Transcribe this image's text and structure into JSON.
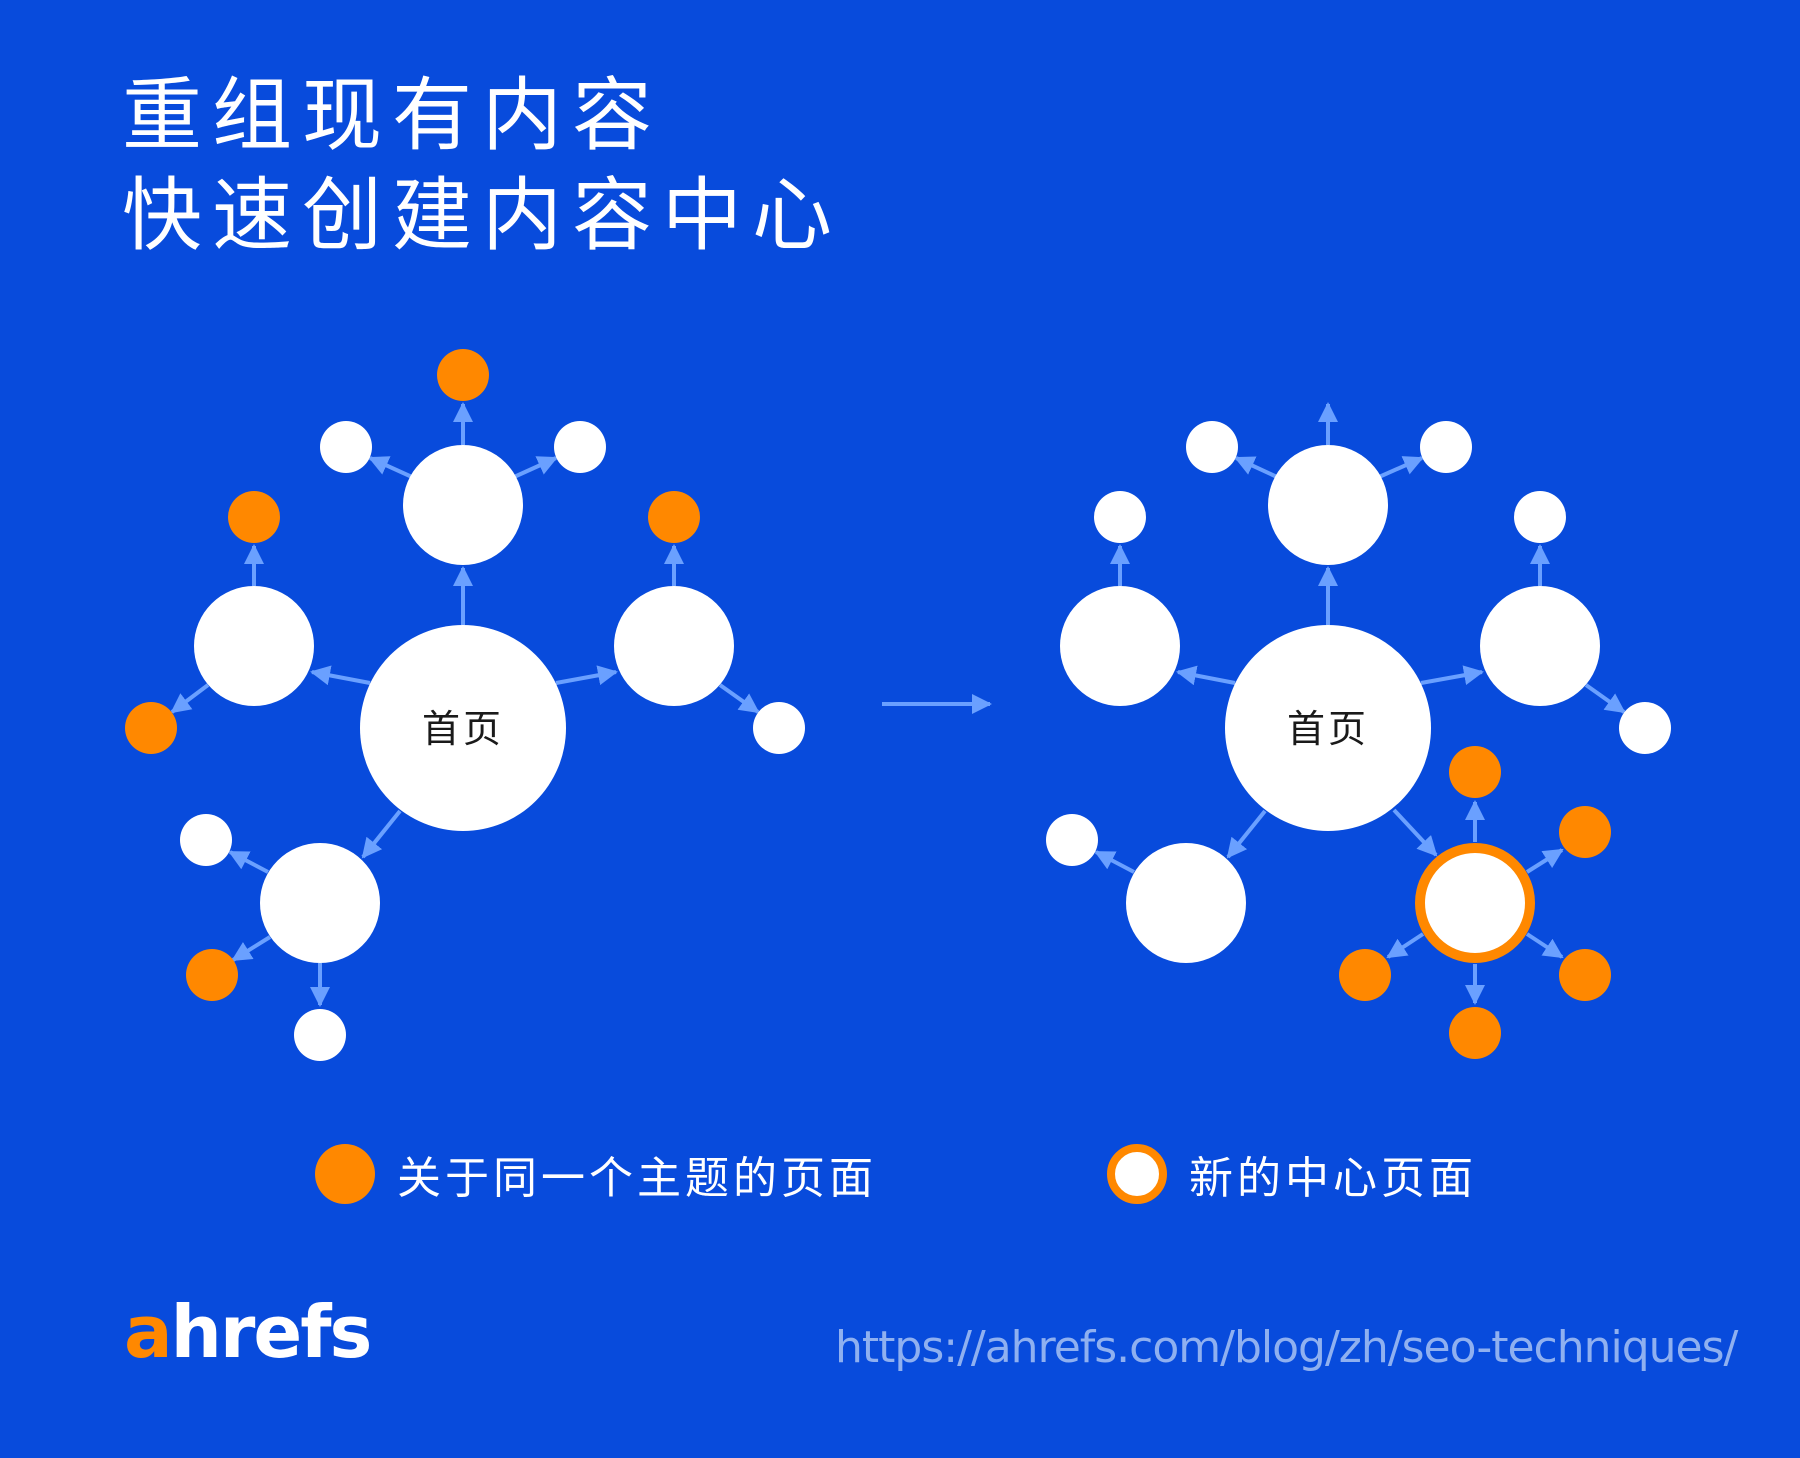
{
  "title": {
    "line1": "重组现有内容",
    "line2": "快速创建内容中心"
  },
  "diagram": {
    "before": {
      "home_label": "首页"
    },
    "after": {
      "home_label": "首页"
    },
    "transition": "arrow-right"
  },
  "legend": {
    "topic_pages": "关于同一个主题的页面",
    "new_hub_page": "新的中心页面"
  },
  "colors": {
    "background": "#084bdc",
    "node": "#ffffff",
    "topic_node": "#ff8800",
    "edge": "#6aa0ff",
    "url_text": "#8fb0f0"
  },
  "footer": {
    "logo_a": "a",
    "logo_rest": "hrefs",
    "url": "https://ahrefs.com/blog/zh/seo-techniques/"
  }
}
